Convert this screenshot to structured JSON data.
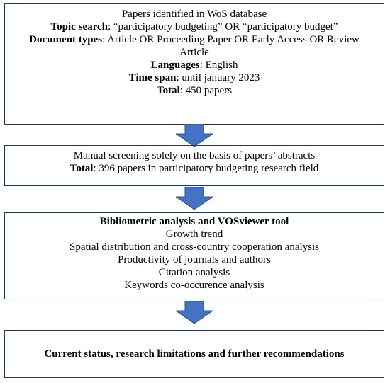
{
  "box1": {
    "title": "Papers identified in WoS database",
    "rows": [
      {
        "label": "Topic search",
        "value": ": “participatory budgeting” OR “participatory budget”"
      },
      {
        "label": "Document types",
        "value": ": Article OR Proceeding Paper OR Early Access OR Review Article"
      },
      {
        "label": "Languages",
        "value": ": English"
      },
      {
        "label": "Time span",
        "value": ": until january 2023"
      },
      {
        "label": "Total",
        "value": ": 450 papers"
      }
    ]
  },
  "box2": {
    "line1": "Manual screening solely on the basis of papers’ abstracts",
    "total_label": "Total",
    "total_value": ": 396 papers in participatory budgeting research field"
  },
  "box3": {
    "title": "Bibliometric analysis and VOSviewer tool",
    "items": [
      "Growth trend",
      "Spatial distribution and cross-country cooperation analysis",
      "Productivity of journals and authors",
      "Citation analysis",
      "Keywords co-occurence analysis"
    ]
  },
  "box4": {
    "text": "Current status, research limitations and further recommendations"
  },
  "colors": {
    "border": "#1f3b63",
    "arrow": "#4472c4"
  }
}
